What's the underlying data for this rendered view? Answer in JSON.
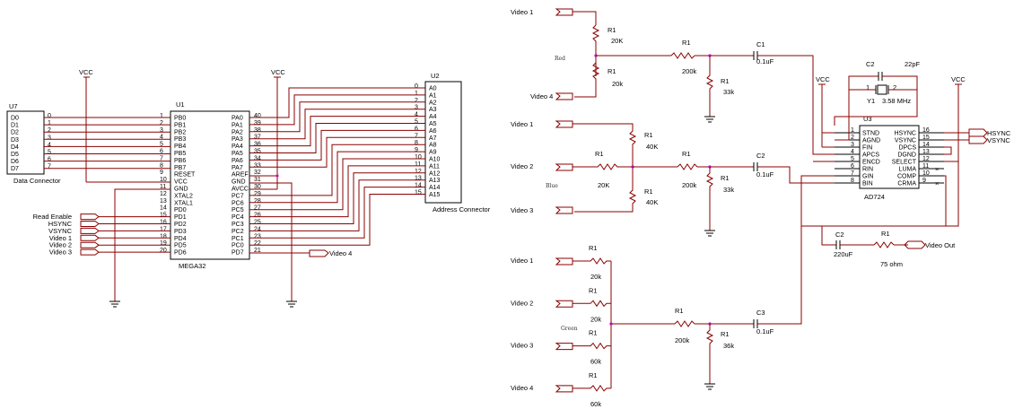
{
  "data_connector": {
    "ref": "U7",
    "title": "Data Connector",
    "pins": [
      "D0",
      "D1",
      "D2",
      "D3",
      "D4",
      "D5",
      "D6",
      "D7"
    ],
    "nums": [
      "0",
      "1",
      "2",
      "3",
      "4",
      "5",
      "6",
      "7"
    ]
  },
  "mcu": {
    "ref": "U1",
    "name": "MEGA32",
    "left_pins": [
      "PB0",
      "PB1",
      "PB2",
      "PB3",
      "PB4",
      "PB5",
      "PB6",
      "PB7",
      "RESET",
      "VCC",
      "GND",
      "XTAL2",
      "XTAL1",
      "PD0",
      "PD1",
      "PD2",
      "PD3",
      "PD4",
      "PD5",
      "PD6"
    ],
    "left_nums": [
      "1",
      "2",
      "3",
      "4",
      "5",
      "6",
      "7",
      "8",
      "9",
      "10",
      "11",
      "12",
      "13",
      "14",
      "15",
      "16",
      "17",
      "18",
      "19",
      "20"
    ],
    "right_pins": [
      "PA0",
      "PA1",
      "PA2",
      "PA3",
      "PA4",
      "PA5",
      "PA6",
      "PA7",
      "AREF",
      "GND",
      "AVCC",
      "PC7",
      "PC6",
      "PC5",
      "PC4",
      "PC3",
      "PC2",
      "PC1",
      "PC0",
      "PD7"
    ],
    "right_nums": [
      "40",
      "39",
      "38",
      "37",
      "36",
      "35",
      "34",
      "33",
      "32",
      "31",
      "30",
      "29",
      "28",
      "27",
      "26",
      "25",
      "24",
      "23",
      "22",
      "21"
    ]
  },
  "address_connector": {
    "ref": "U2",
    "title": "Address Connector",
    "pins": [
      "A0",
      "A1",
      "A2",
      "A3",
      "A4",
      "A5",
      "A6",
      "A7",
      "A8",
      "A9",
      "A10",
      "A11",
      "A12",
      "A13",
      "A14",
      "A15"
    ],
    "nums": [
      "0",
      "1",
      "2",
      "3",
      "4",
      "5",
      "6",
      "7",
      "8",
      "9",
      "10",
      "11",
      "12",
      "13",
      "14",
      "15"
    ]
  },
  "vcc": "VCC",
  "mcu_signals": [
    "Read Enable",
    "HSYNC",
    "VSYNC",
    "Video 1",
    "Video 2",
    "Video 3"
  ],
  "video4_out": "Video 4",
  "red": {
    "label": "Red",
    "in1": "Video 1",
    "in2": "Video 4",
    "r_top": "R1",
    "r_top_val": "20K",
    "r_bot": "R1",
    "r_bot_val": "20k",
    "r_ser": "R1",
    "r_ser_val": "200k",
    "r_sh": "R1",
    "r_sh_val": "33k",
    "cap": "C1",
    "cap_val": "0.1uF"
  },
  "blue": {
    "label": "Blue",
    "in1": "Video 1",
    "in2": "Video 2",
    "in3": "Video 3",
    "r_top": "R1",
    "r_top_val": "40K",
    "r_mid": "R1",
    "r_mid_val": "20K",
    "r_bot": "R1",
    "r_bot_val": "40K",
    "r_ser": "R1",
    "r_ser_val": "200k",
    "r_sh": "R1",
    "r_sh_val": "33k",
    "cap": "C2",
    "cap_val": "0.1uF"
  },
  "green": {
    "label": "Green",
    "inputs": [
      "Video 1",
      "Video 2",
      "Video 3",
      "Video 4"
    ],
    "res": [
      "R1",
      "R1",
      "R1",
      "R1"
    ],
    "vals": [
      "20k",
      "20k",
      "60k",
      "60k"
    ],
    "r_ser": "R1",
    "r_ser_val": "200k",
    "r_sh": "R1",
    "r_sh_val": "36k",
    "cap": "C3",
    "cap_val": "0.1uF"
  },
  "encoder": {
    "ref": "U3",
    "name": "AD724",
    "left_pins": [
      "STND",
      "AGND",
      "FIN",
      "APCS",
      "ENCD",
      "RIN",
      "GIN",
      "BIN"
    ],
    "left_nums": [
      "1",
      "2",
      "3",
      "4",
      "5",
      "6",
      "7",
      "8"
    ],
    "right_pins": [
      "HSYNC",
      "VSYNC",
      "DPCS",
      "DGND",
      "SELECT",
      "LUMA",
      "COMP",
      "CRMA"
    ],
    "right_nums": [
      "16",
      "15",
      "14",
      "13",
      "12",
      "11",
      "10",
      "9"
    ]
  },
  "crystal": {
    "cap": "C2",
    "cap_val": "22pF",
    "ref": "Y1",
    "freq": "3.58 MHz",
    "pin1": "1",
    "pin2": "2"
  },
  "outputs": {
    "hsync": "HSYNC",
    "vsync": "VSYNC"
  },
  "output_stage": {
    "cap": "C2",
    "cap_val": "220uF",
    "res": "R1",
    "res_val": "75 ohm",
    "out": "Video Out"
  }
}
